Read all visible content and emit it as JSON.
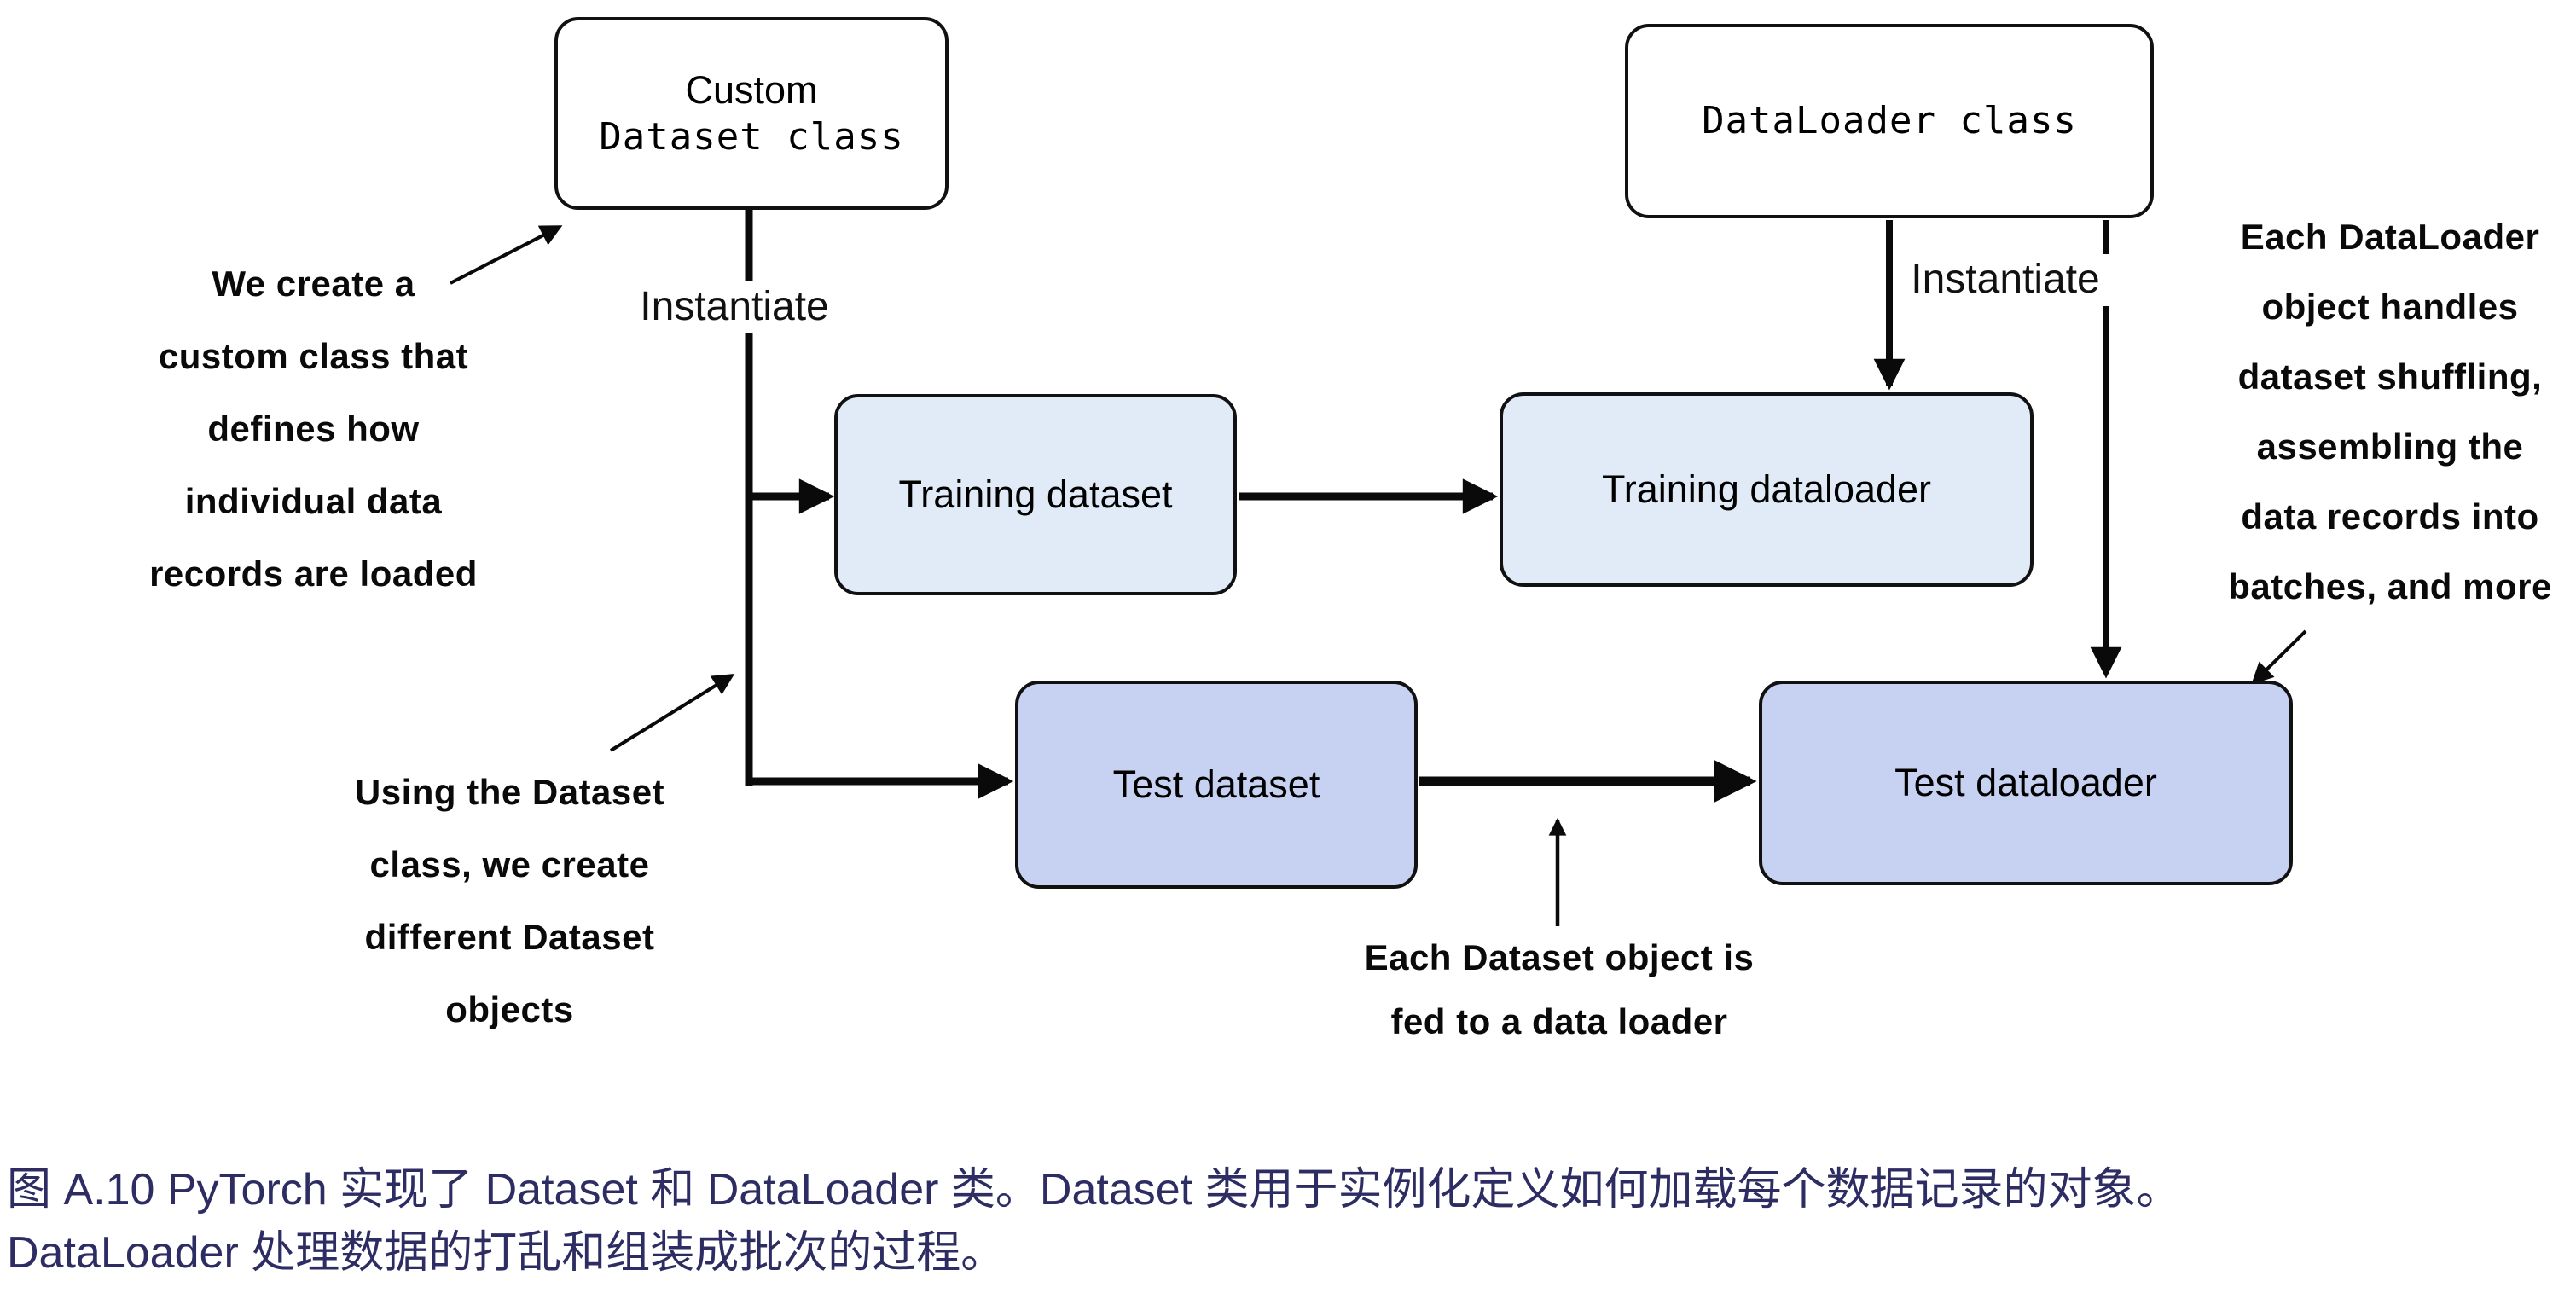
{
  "figure": {
    "boxes": {
      "custom_dataset": {
        "title_line1": "Custom",
        "title_line2": "Dataset class"
      },
      "dataloader": {
        "label": "DataLoader class"
      },
      "training_dataset": {
        "label": "Training dataset"
      },
      "training_dataloader": {
        "label": "Training dataloader"
      },
      "test_dataset": {
        "label": "Test dataset"
      },
      "test_dataloader": {
        "label": "Test dataloader"
      }
    },
    "edge_labels": {
      "instantiate_left": "Instantiate",
      "instantiate_right": "Instantiate"
    },
    "annotations": {
      "left_top": {
        "lines": [
          "We create a",
          "custom class that",
          "defines how",
          "individual data",
          "records are loaded"
        ]
      },
      "left_bottom": {
        "lines": [
          "Using the Dataset",
          "class, we create",
          "different Dataset",
          "objects"
        ]
      },
      "bottom": {
        "lines": [
          "Each Dataset object is",
          "fed to a data loader"
        ]
      },
      "right": {
        "lines": [
          "Each DataLoader",
          "object handles",
          "dataset shuffling,",
          "assembling the",
          "data records into",
          "batches, and more"
        ]
      }
    },
    "colors": {
      "box_fill_white": "#ffffff",
      "box_fill_light_blue": "#e1ebf8",
      "box_fill_periwinkle": "#c7d2f3",
      "box_border": "#111111",
      "arrow": "#0a0a0a",
      "caption_text": "#2d2d63"
    }
  },
  "caption": {
    "lines": [
      "图 A.10 PyTorch 实现了 Dataset 和 DataLoader 类。Dataset 类用于实例化定义如何加载每个数据记录的对象。",
      "DataLoader 处理数据的打乱和组装成批次的过程。"
    ]
  }
}
